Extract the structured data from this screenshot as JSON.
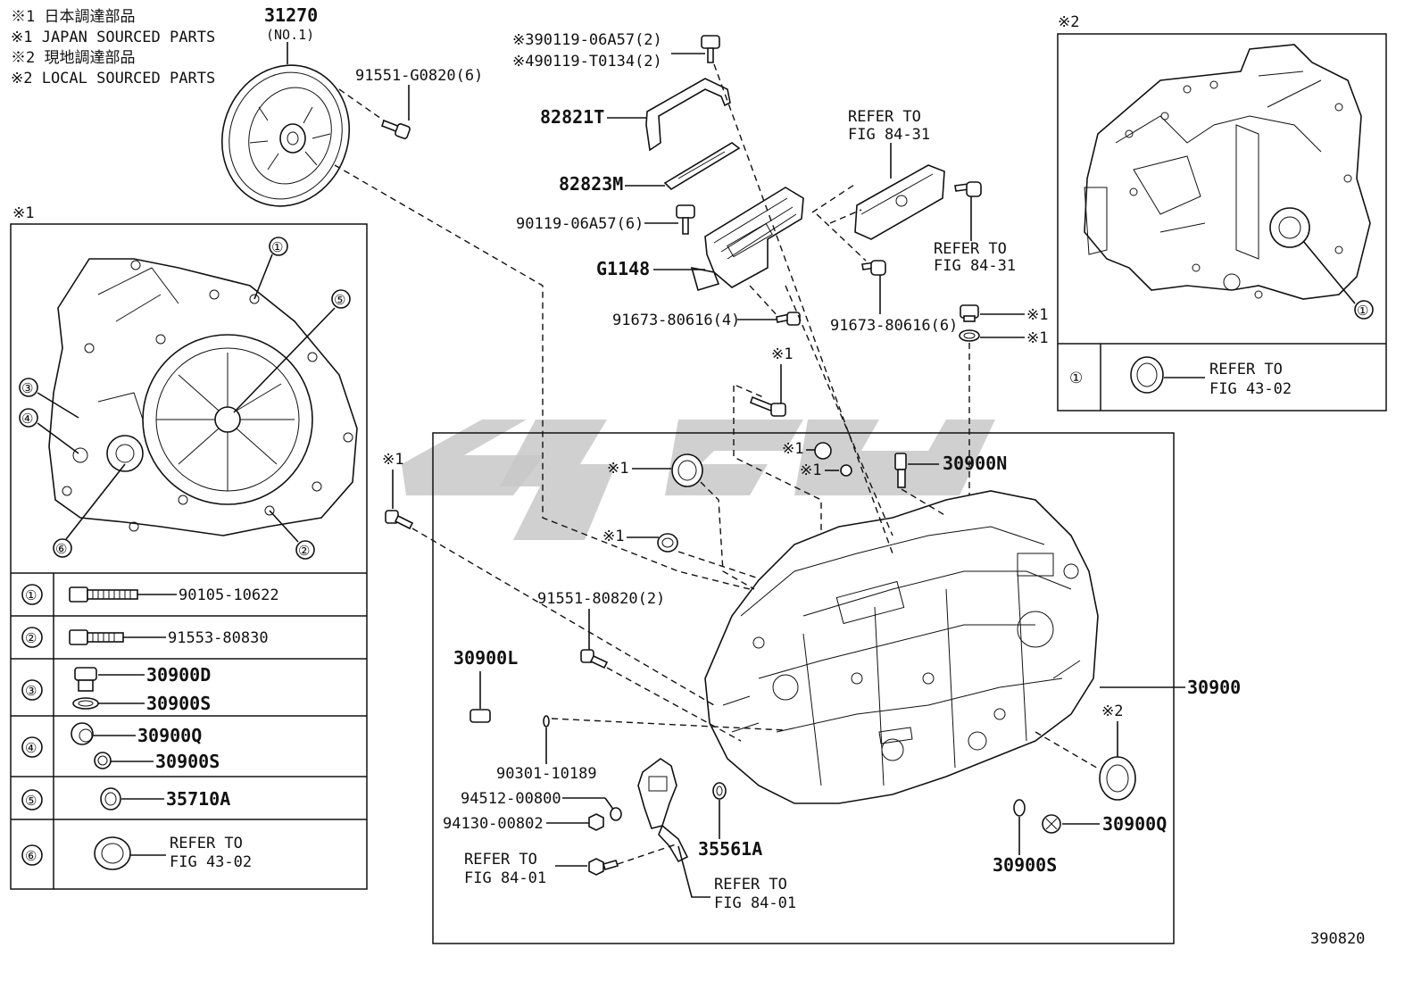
{
  "notes": {
    "n1_jp": "※1 日本調達部品",
    "n1_en": "※1 JAPAN SOURCED PARTS",
    "n2_jp": "※2 現地調達部品",
    "n2_en": "※2 LOCAL SOURCED PARTS"
  },
  "marks": {
    "m1": "※1",
    "m2": "※2"
  },
  "top": {
    "clutch_part": "31270",
    "clutch_sub": "(NO.1)",
    "bolt_cover": "91551-G0820(6)",
    "bolt_a1": "※390119-06A57(2)",
    "bolt_a2": "※490119-T0134(2)",
    "bracket": "82821T",
    "plate": "82823M",
    "bolt_b": "90119-06A57(6)",
    "module": "G1148",
    "bolt_c": "91673-80616(4)",
    "bolt_d": "91673-80616(6)",
    "refer": "REFER TO",
    "fig8431": "FIG 84-31"
  },
  "legend_left": {
    "rows": [
      {
        "num": "①",
        "part": "90105-10622"
      },
      {
        "num": "②",
        "part": "91553-80830"
      },
      {
        "num": "③",
        "part": "30900D",
        "part2": "30900S"
      },
      {
        "num": "④",
        "part": "30900Q",
        "part2": "30900S"
      },
      {
        "num": "⑤",
        "part": "35710A"
      },
      {
        "num": "⑥",
        "refer": "REFER TO",
        "fig": "FIG 43-02"
      }
    ],
    "callouts": [
      "①",
      "②",
      "③",
      "④",
      "⑤",
      "⑥"
    ]
  },
  "legend_right": {
    "num": "①",
    "refer": "REFER TO",
    "fig": "FIG 43-02",
    "callout": "①"
  },
  "main": {
    "p30900N": "30900N",
    "p30900": "30900",
    "p91551": "91551-80820(2)",
    "p30900L": "30900L",
    "p90301": "90301-10189",
    "p94512": "94512-00800",
    "p94130": "94130-00802",
    "p35561A": "35561A",
    "p30900S": "30900S",
    "p30900Q": "30900Q",
    "refer": "REFER TO",
    "fig8401": "FIG 84-01"
  },
  "footer": {
    "code": "390820"
  }
}
